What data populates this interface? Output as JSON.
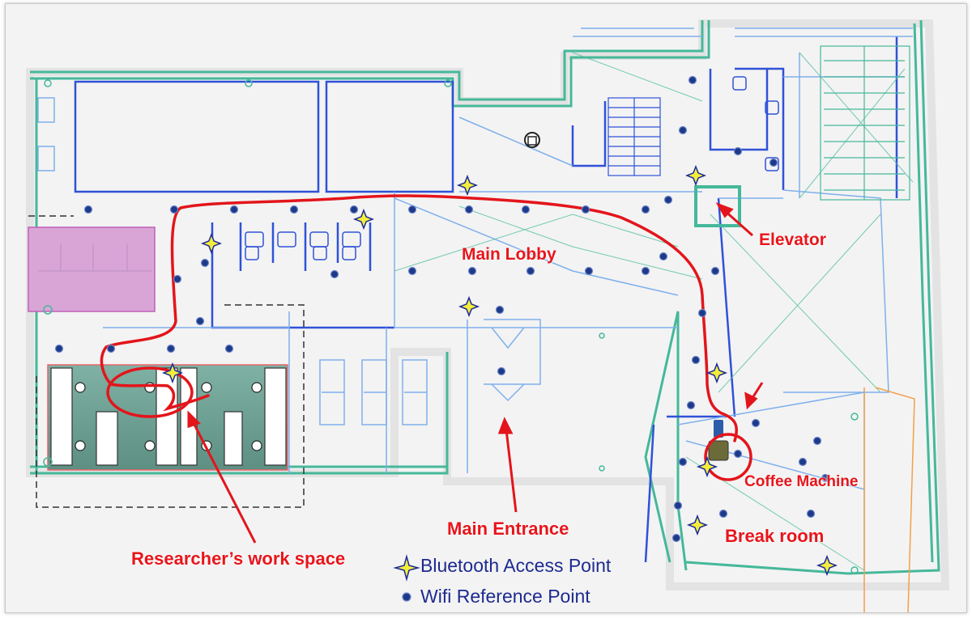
{
  "labels": {
    "main_lobby": "Main Lobby",
    "elevator": "Elevator",
    "coffee_machine": "Coffee Machine",
    "break_room": "Break room",
    "main_entrance": "Main Entrance",
    "researcher_workspace": "Researcher’s work space"
  },
  "legend": {
    "bluetooth_label": "Bluetooth Access Point",
    "bluetooth_icon": "four-point-star-icon",
    "wifi_label": "Wifi Reference Point",
    "wifi_icon": "dot-icon"
  },
  "colors": {
    "label_red": "#e8151b",
    "path_red": "#e3151b",
    "bluetooth_star": "#f4ee3a",
    "bluetooth_outline": "#1a2a9a",
    "wifi_dot": "#1d3a8a",
    "wall_blue": "#2f52d8",
    "wall_light_blue": "#7fb0ec",
    "wall_green": "#45b89a",
    "legend_text": "#1d2b8f",
    "magenta_room": "#d9a5d6",
    "teal_workspace": "#6d9f92"
  }
}
